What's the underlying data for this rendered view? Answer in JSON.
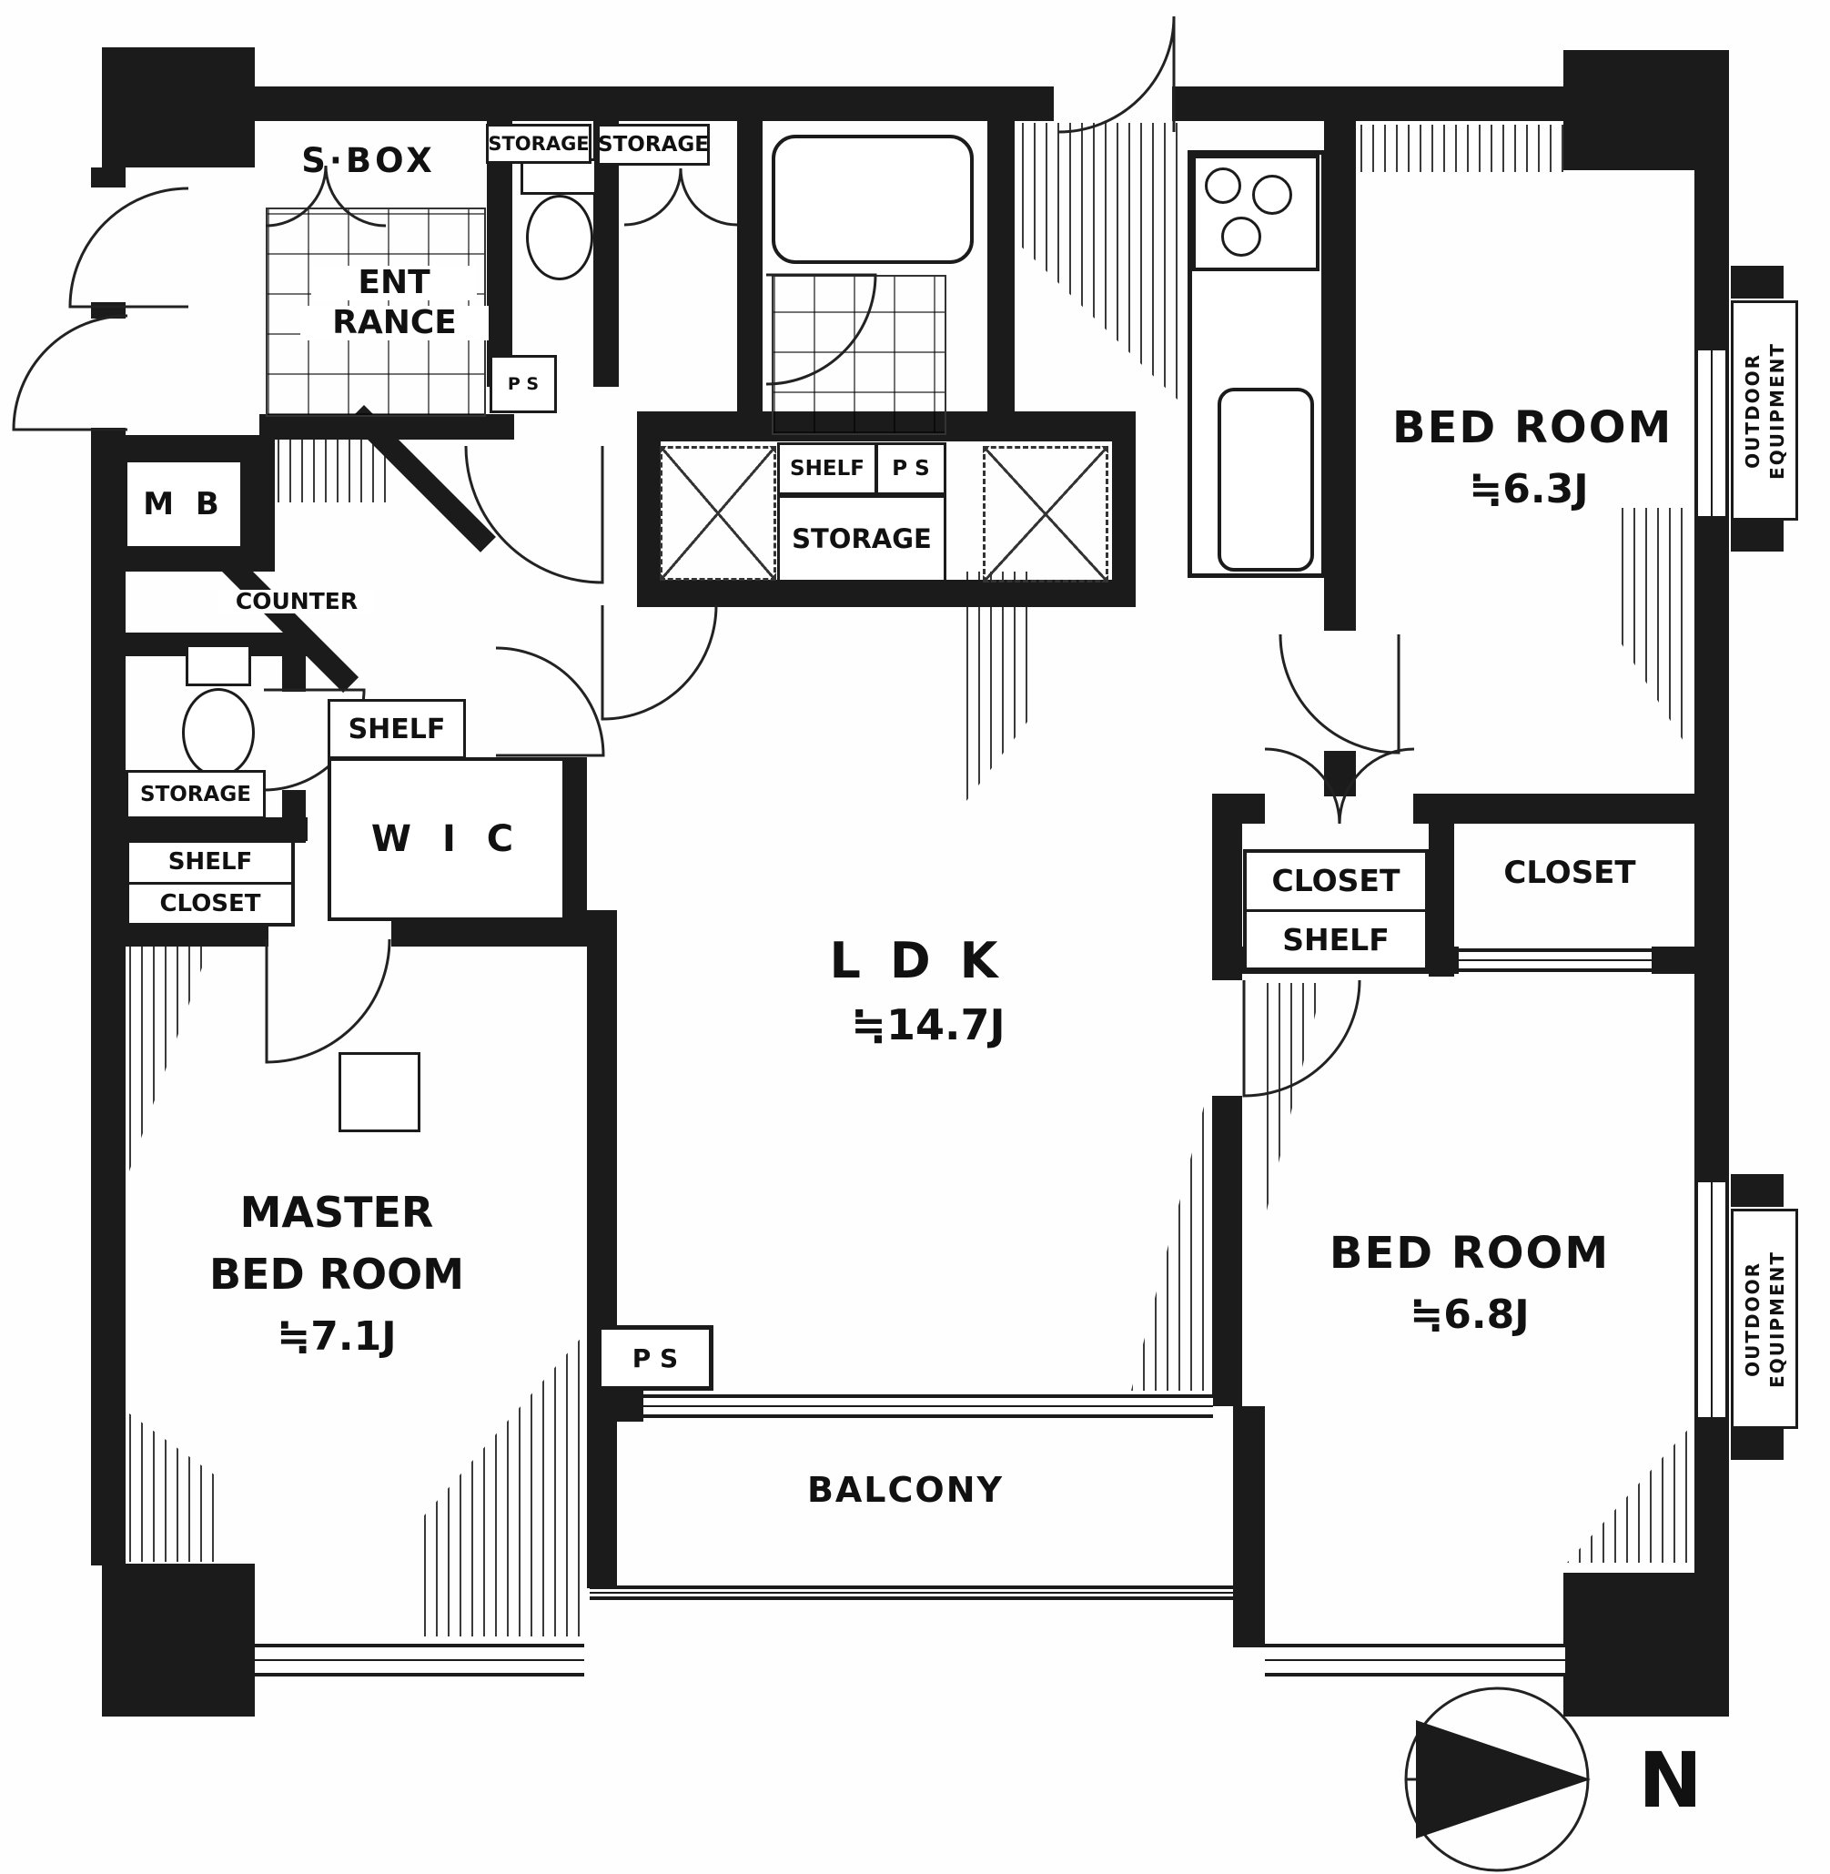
{
  "plan": {
    "north_label": "N",
    "rooms": {
      "ldk": {
        "name": "LDK",
        "size": "≒14.7J"
      },
      "bedroom_north": {
        "name": "BED ROOM",
        "size": "≒6.3J"
      },
      "bedroom_south": {
        "name": "BED ROOM",
        "size": "≒6.8J"
      },
      "master_bedroom": {
        "line1": "MASTER",
        "line2": "BED ROOM",
        "size": "≒7.1J"
      },
      "balcony": {
        "name": "BALCONY"
      },
      "entrance": {
        "line1": "ENT",
        "line2": "RANCE"
      }
    },
    "features": {
      "shoe_box": "S·BOX",
      "meter_box": "M B",
      "counter": "COUNTER",
      "wic": "W I C",
      "wic_shelf": "SHELF",
      "left_shelf": "SHELF",
      "left_closet": "CLOSET",
      "toilet_storage": "STORAGE",
      "storage_top_left": "STORAGE",
      "storage_top_right": "STORAGE",
      "hall_shelf": "SHELF",
      "hall_storage": "STORAGE",
      "hall_ps": "P S",
      "entry_ps": "P S",
      "balcony_ps": "P S",
      "closet_north_line1": "CLOSET",
      "closet_north_line2": "SHELF",
      "closet_south": "CLOSET",
      "outdoor_equipment_line1": "OUTDOOR",
      "outdoor_equipment_line2": "EQUIPMENT"
    },
    "colors": {
      "wall": "#1b1b1b",
      "text": "#111111",
      "background": "#ffffff"
    }
  }
}
